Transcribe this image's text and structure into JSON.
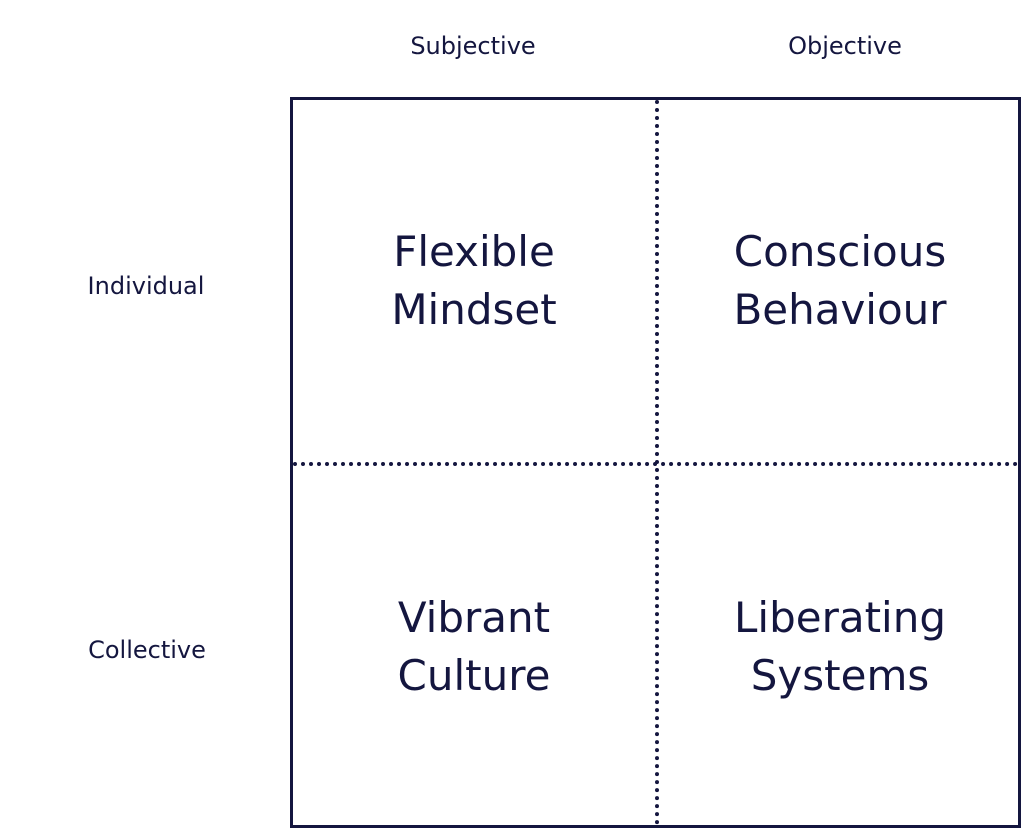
{
  "columns": [
    "Subjective",
    "Objective"
  ],
  "rows": [
    "Individual",
    "Collective"
  ],
  "quadrants": {
    "top_left": {
      "line1": "Flexible",
      "line2": "Mindset"
    },
    "top_right": {
      "line1": "Conscious",
      "line2": "Behaviour"
    },
    "bottom_left": {
      "line1": "Vibrant",
      "line2": "Culture"
    },
    "bottom_right": {
      "line1": "Liberating",
      "line2": "Systems"
    }
  },
  "colors": {
    "ink": "#14163f",
    "background": "#ffffff"
  }
}
